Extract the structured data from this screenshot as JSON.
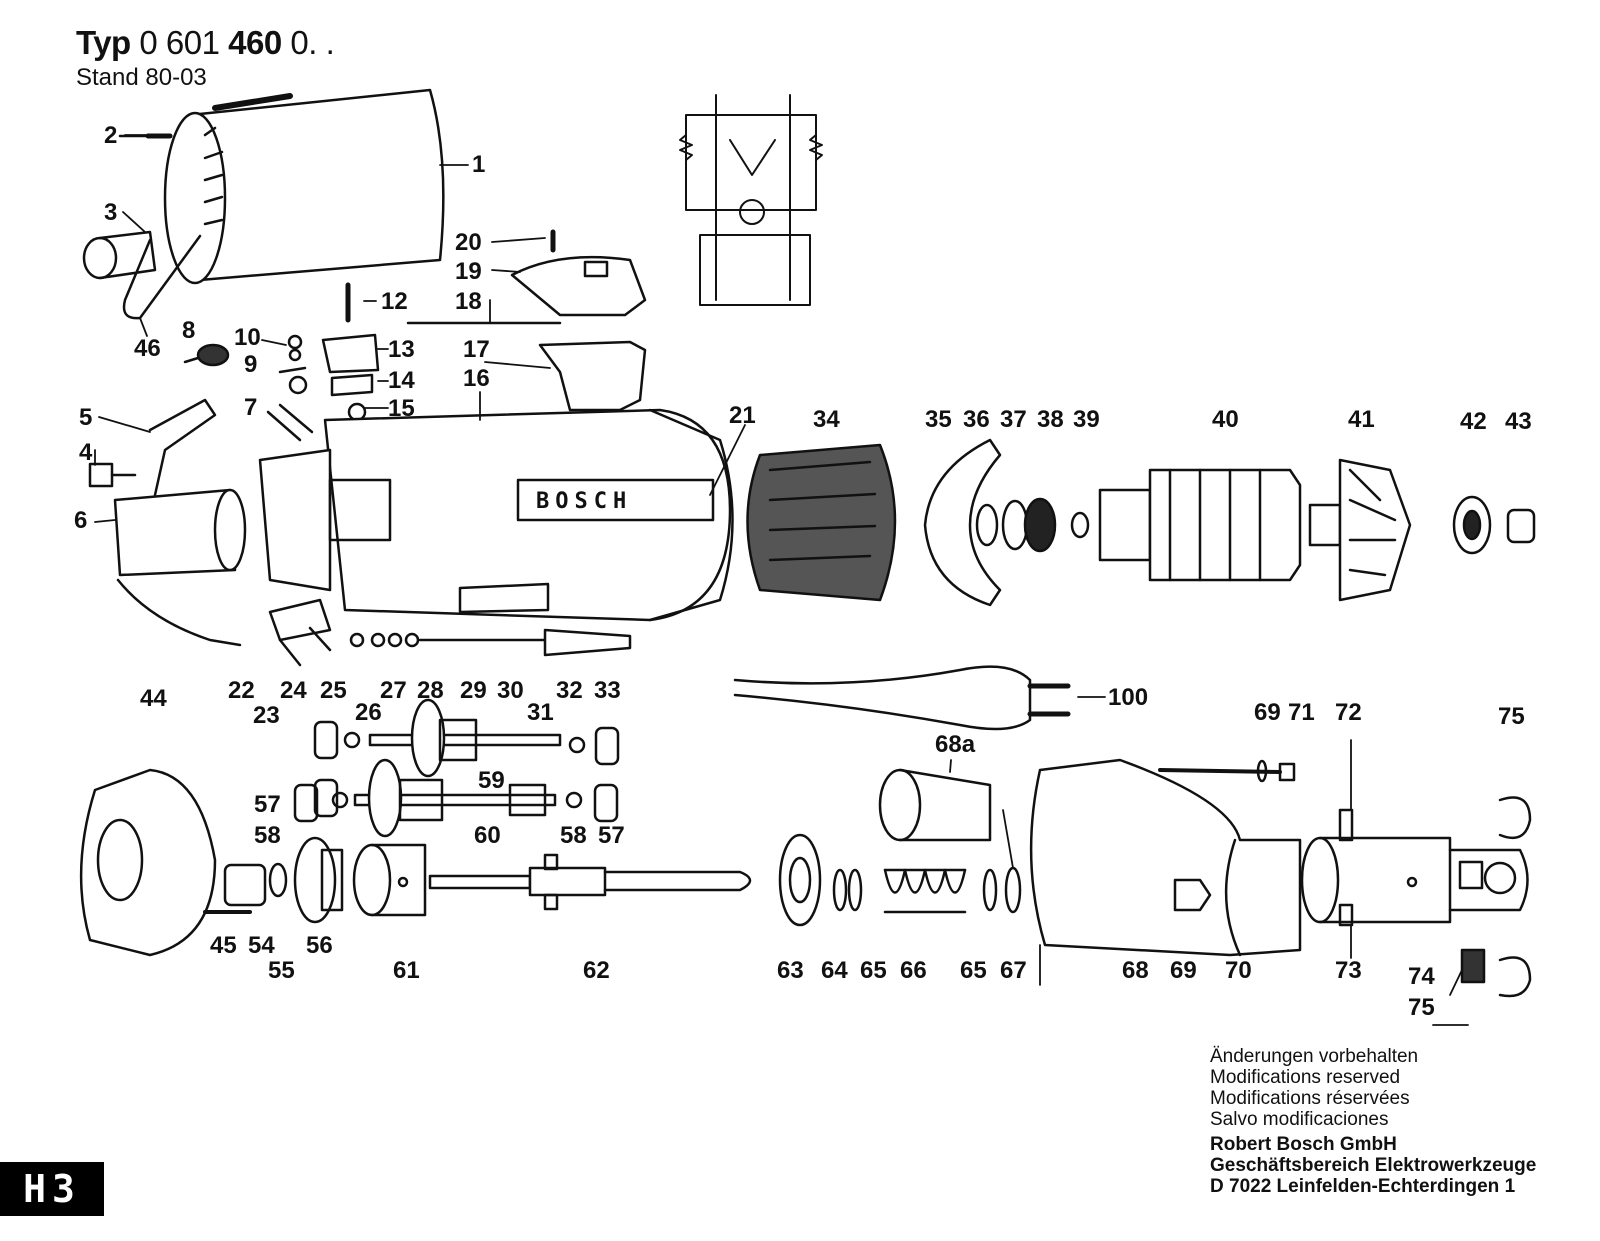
{
  "header": {
    "typ_label": "Typ",
    "typ_number_a": "0 601",
    "typ_number_b": "460",
    "typ_number_c": "0. .",
    "stand": "Stand 80-03"
  },
  "brand_on_housing": "BOSCH",
  "part_labels": {
    "p1": "1",
    "p2": "2",
    "p3": "3",
    "p4": "4",
    "p5": "5",
    "p6": "6",
    "p7": "7",
    "p8": "8",
    "p9": "9",
    "p10": "10",
    "p12": "12",
    "p13": "13",
    "p14": "14",
    "p15": "15",
    "p16": "16",
    "p17": "17",
    "p18": "18",
    "p19": "19",
    "p20": "20",
    "p21": "21",
    "p22": "22",
    "p23": "23",
    "p24": "24",
    "p25": "25",
    "p26": "26",
    "p27": "27",
    "p28": "28",
    "p29": "29",
    "p30": "30",
    "p31": "31",
    "p32": "32",
    "p33": "33",
    "p34": "34",
    "p35": "35",
    "p36": "36",
    "p37": "37",
    "p38": "38",
    "p39": "39",
    "p40": "40",
    "p41": "41",
    "p42": "42",
    "p43": "43",
    "p44": "44",
    "p45": "45",
    "p46": "46",
    "p54": "54",
    "p55": "55",
    "p56": "56",
    "p57a": "57",
    "p57b": "57",
    "p58a": "58",
    "p58b": "58",
    "p59": "59",
    "p60": "60",
    "p61": "61",
    "p62": "62",
    "p63": "63",
    "p64": "64",
    "p65a": "65",
    "p65b": "65",
    "p66": "66",
    "p67": "67",
    "p68": "68",
    "p68a": "68a",
    "p69a": "69",
    "p69b": "69",
    "p70": "70",
    "p71": "71",
    "p72": "72",
    "p73": "73",
    "p74": "74",
    "p75a": "75",
    "p75b": "75",
    "p100": "100"
  },
  "footer": {
    "notes": [
      "Änderungen vorbehalten",
      "Modifications reserved",
      "Modifications réservées",
      "Salvo modificaciones"
    ],
    "company": [
      "Robert Bosch GmbH",
      "Geschäftsbereich Elektrowerkzeuge",
      "D 7022 Leinfelden-Echterdingen 1"
    ]
  },
  "sheet_code": "H3"
}
